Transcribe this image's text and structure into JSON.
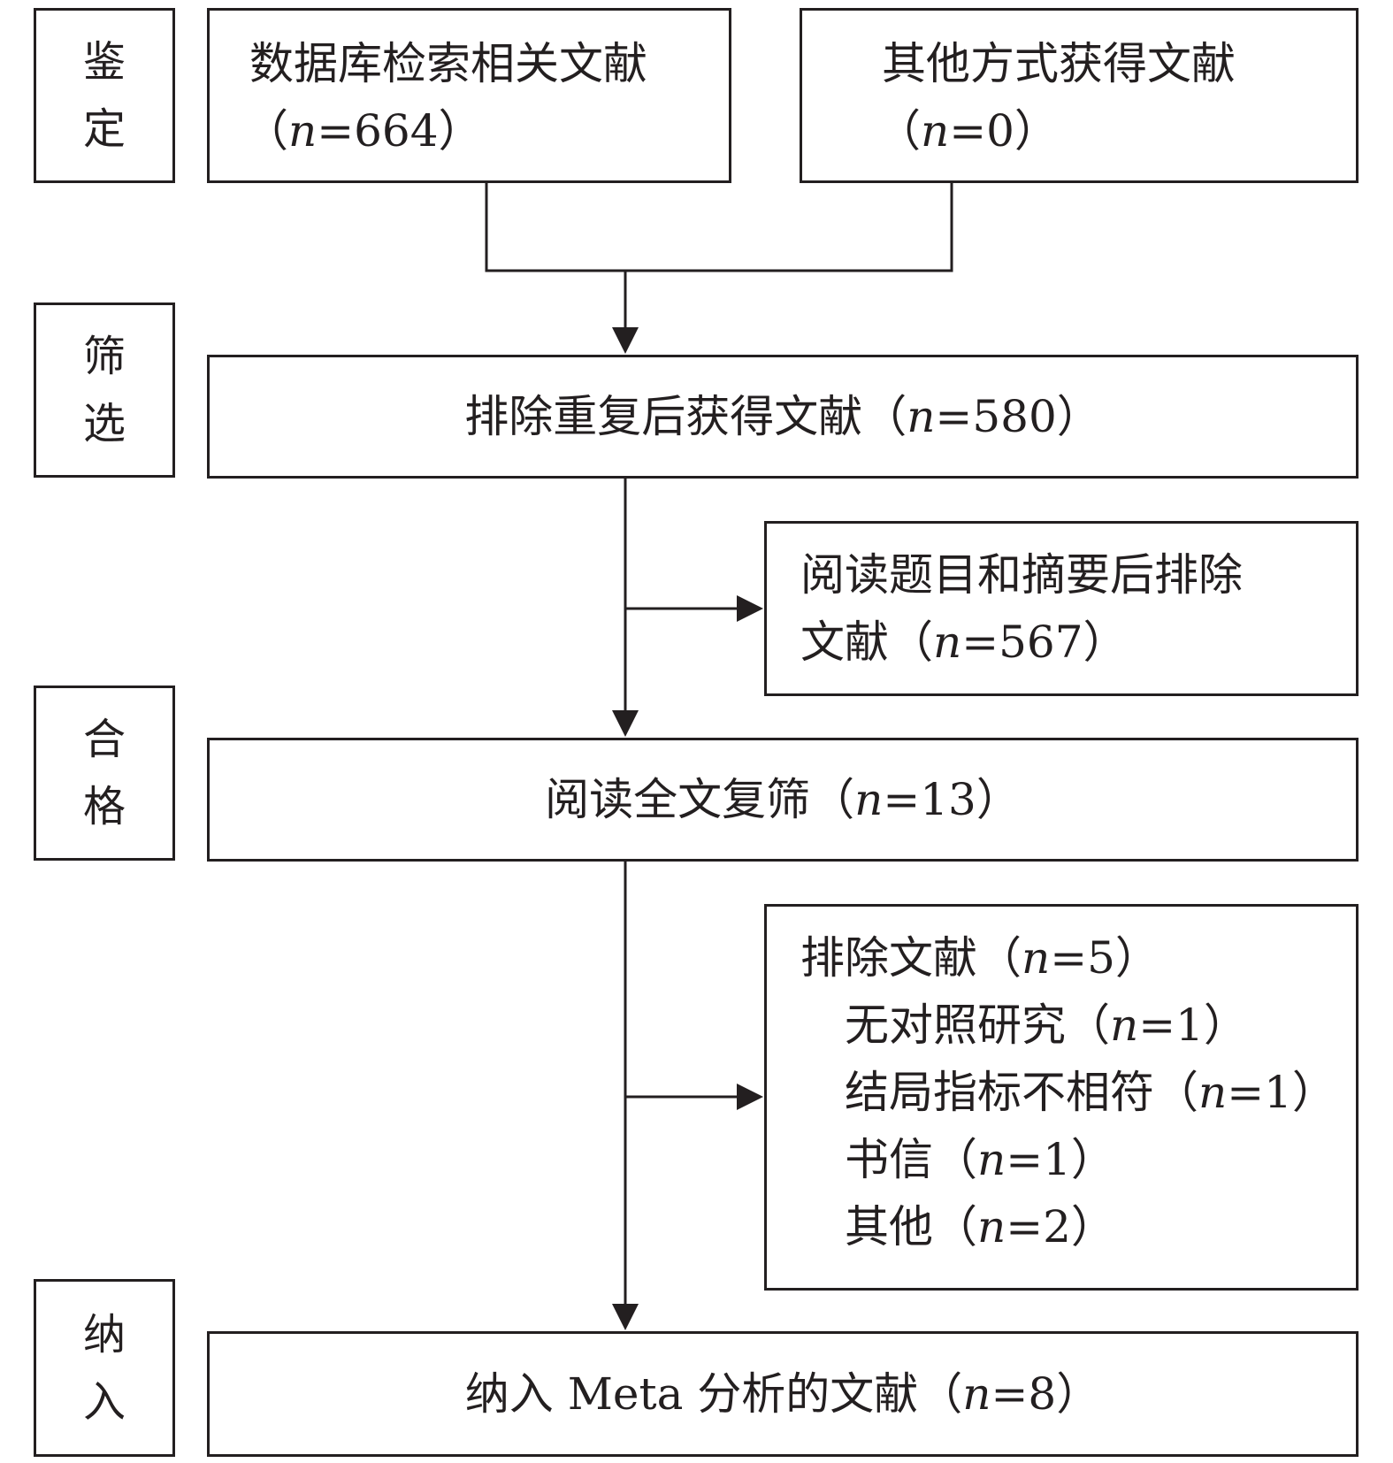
{
  "stages": [
    {
      "chars": [
        "鉴",
        "定"
      ]
    },
    {
      "chars": [
        "筛",
        "选"
      ]
    },
    {
      "chars": [
        "合",
        "格"
      ]
    },
    {
      "chars": [
        "纳",
        "入"
      ]
    }
  ],
  "boxes": {
    "database": {
      "label": "数据库检索相关文献",
      "count": "（n=664）"
    },
    "other": {
      "label": "其他方式获得文献",
      "count": "（n=0）"
    },
    "dedup": {
      "label": "排除重复后获得文献",
      "count": "（n=580）"
    },
    "title_abstract_excluded": {
      "label_line1": "阅读题目和摘要后排除",
      "label_line2": "文献",
      "count": "（n=567）"
    },
    "fulltext": {
      "label": "阅读全文复筛",
      "count": "（n=13）"
    },
    "fulltext_excluded": {
      "label": "排除文献",
      "count": "（n=5）",
      "reasons": [
        {
          "label": "无对照研究",
          "count": "（n=1）"
        },
        {
          "label": "结局指标不相符",
          "count": "（n=1）"
        },
        {
          "label": "书信",
          "count": "（n=1）"
        },
        {
          "label": "其他",
          "count": "（n=2）"
        }
      ]
    },
    "included": {
      "label": "纳入 Meta 分析的文献",
      "count": "（n=8）"
    }
  }
}
